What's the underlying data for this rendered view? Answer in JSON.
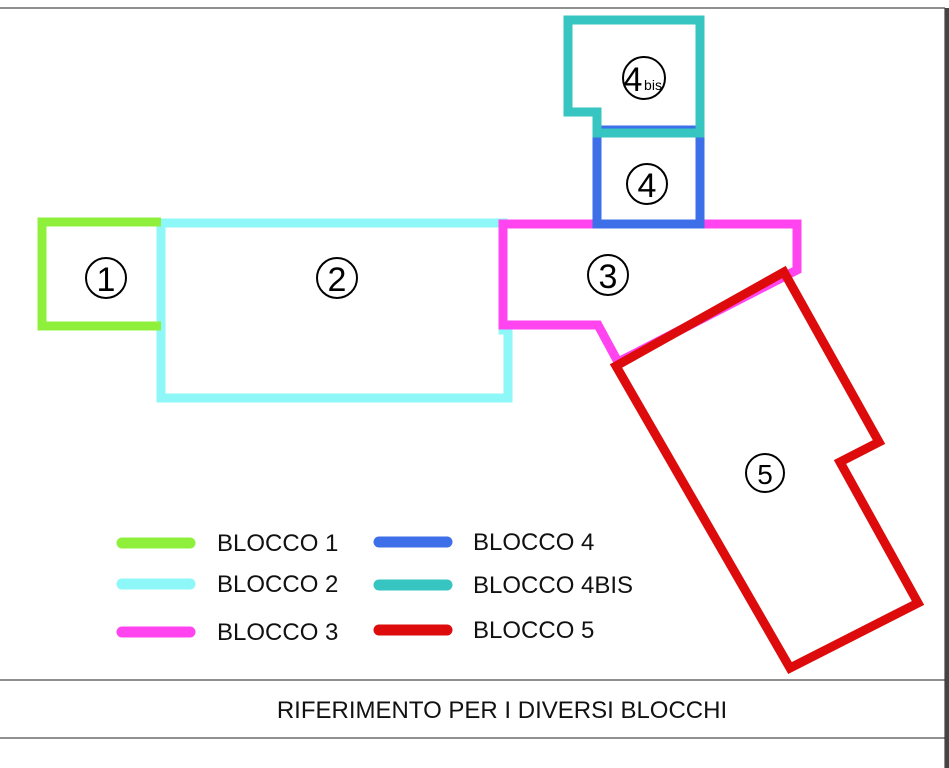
{
  "blocks": [
    {
      "id": "1",
      "label": "1",
      "color": "#8ef03a"
    },
    {
      "id": "2",
      "label": "2",
      "color": "#8ef7f7"
    },
    {
      "id": "3",
      "label": "3",
      "color": "#ff44f0"
    },
    {
      "id": "4",
      "label": "4",
      "color": "#3d6fe8"
    },
    {
      "id": "4bis",
      "label": "4",
      "sub": "bis",
      "color": "#36c5c0"
    },
    {
      "id": "5",
      "label": "5",
      "color": "#dd0b0b"
    }
  ],
  "legend": [
    {
      "label": "BLOCCO 1",
      "color": "#8ef03a"
    },
    {
      "label": "BLOCCO 2",
      "color": "#8ef7f7"
    },
    {
      "label": "BLOCCO 3",
      "color": "#ff44f0"
    },
    {
      "label": "BLOCCO 4",
      "color": "#3d6fe8"
    },
    {
      "label": "BLOCCO 4BIS",
      "color": "#36c5c0"
    },
    {
      "label": "BLOCCO 5",
      "color": "#dd0b0b"
    }
  ],
  "caption": "RIFERIMENTO PER I DIVERSI BLOCCHI"
}
